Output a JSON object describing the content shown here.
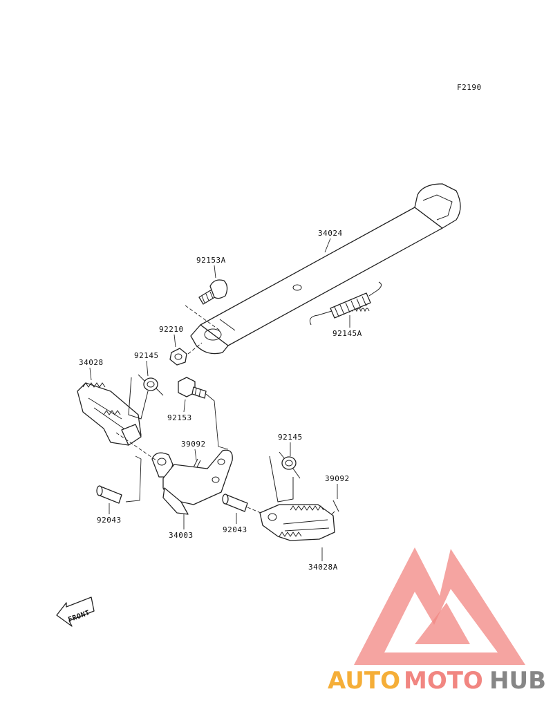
{
  "diagram": {
    "code": "F2190",
    "front_label": "FRONT",
    "parts": {
      "stand_bar": "34024",
      "pivot_bolt_a": "92153A",
      "return_spring_a": "92145A",
      "nut": "92210",
      "peg_left": "34028",
      "spring_left": "92145",
      "bolt": "92153",
      "cotter_left": "39092",
      "peg_bracket": "34003",
      "pin_left": "92043",
      "spring_right": "92145",
      "cotter_right": "39092",
      "pin_right": "92043",
      "peg_right": "34028A"
    }
  },
  "watermark": {
    "part1": "AUTO",
    "part2": "MOTO",
    "part3": "HUB",
    "color_orange": "#f5a623",
    "color_red": "#f07a74",
    "color_gray": "#7a7a7a"
  }
}
